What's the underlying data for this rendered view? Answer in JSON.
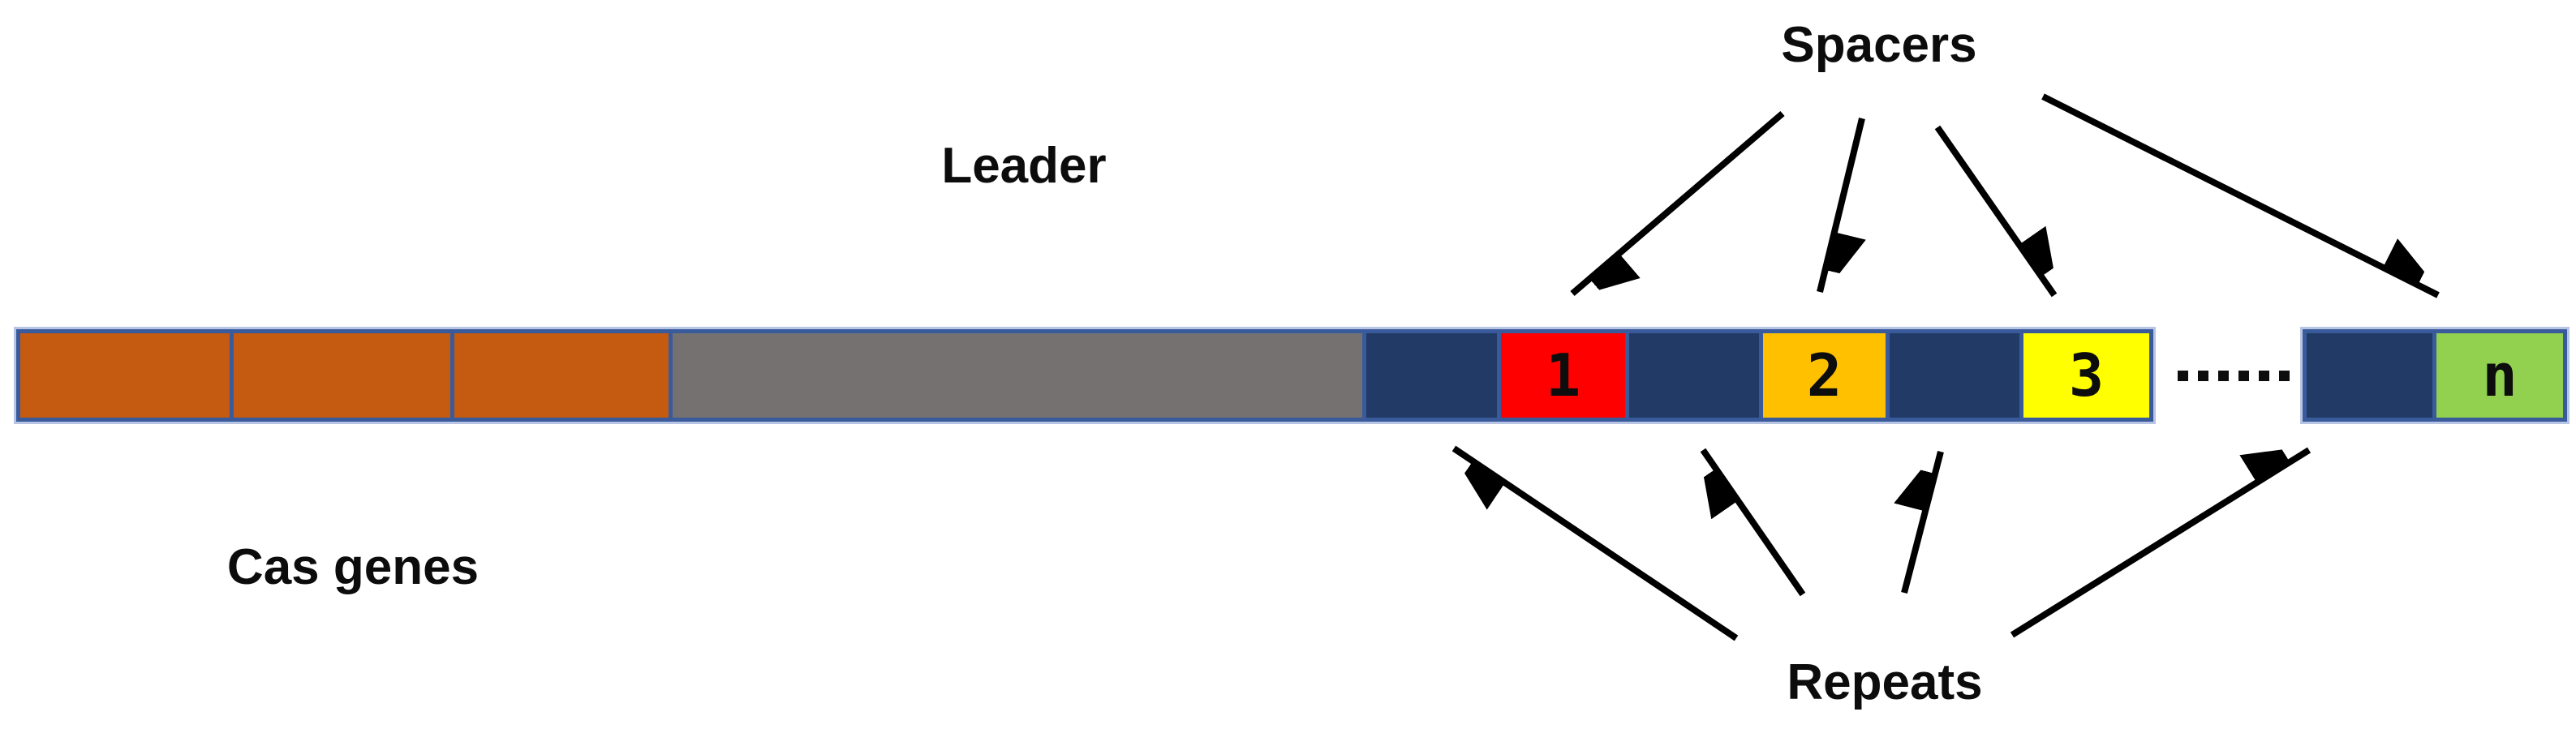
{
  "figure": {
    "labels": {
      "spacers": "Spacers",
      "leader": "Leader",
      "cas_genes": "Cas genes",
      "repeats": "Repeats"
    },
    "locus": {
      "segments": [
        {
          "name": "cas-gene-1",
          "kind": "cas-gene",
          "label": "",
          "color": "#C55A11"
        },
        {
          "name": "cas-gene-2",
          "kind": "cas-gene",
          "label": "",
          "color": "#C55A11"
        },
        {
          "name": "cas-gene-3",
          "kind": "cas-gene",
          "label": "",
          "color": "#C55A11"
        },
        {
          "name": "leader",
          "kind": "leader",
          "label": "",
          "color": "#767171"
        },
        {
          "name": "repeat-1",
          "kind": "repeat",
          "label": "",
          "color": "#213A66"
        },
        {
          "name": "spacer-1",
          "kind": "spacer",
          "label": "1",
          "color": "#FF0000"
        },
        {
          "name": "repeat-2",
          "kind": "repeat",
          "label": "",
          "color": "#213A66"
        },
        {
          "name": "spacer-2",
          "kind": "spacer",
          "label": "2",
          "color": "#FFC000"
        },
        {
          "name": "repeat-3",
          "kind": "repeat",
          "label": "",
          "color": "#213A66"
        },
        {
          "name": "spacer-3",
          "kind": "spacer",
          "label": "3",
          "color": "#FFFF00"
        }
      ],
      "ellipsis": "......",
      "tail_segments": [
        {
          "name": "repeat-n",
          "kind": "repeat",
          "label": "",
          "color": "#213A66"
        },
        {
          "name": "spacer-n",
          "kind": "spacer",
          "label": "n",
          "color": "#92D050"
        }
      ]
    },
    "annotations": {
      "spacers_arrows_point_to": [
        "spacer-1",
        "spacer-2",
        "spacer-3",
        "spacer-n"
      ],
      "repeats_arrows_point_to": [
        "repeat-1",
        "repeat-2",
        "repeat-3",
        "repeat-n"
      ]
    },
    "colors": {
      "cas_gene": "#C55A11",
      "leader": "#767171",
      "repeat": "#213A66",
      "spacer_1": "#FF0000",
      "spacer_2": "#FFC000",
      "spacer_3": "#FFFF00",
      "spacer_n": "#92D050",
      "cell_border": "#3A5B9B",
      "outer_outline": "#B7C4E4",
      "arrow": "#000000",
      "label_text": "#0C0C0C",
      "background": "#FFFFFF"
    }
  }
}
